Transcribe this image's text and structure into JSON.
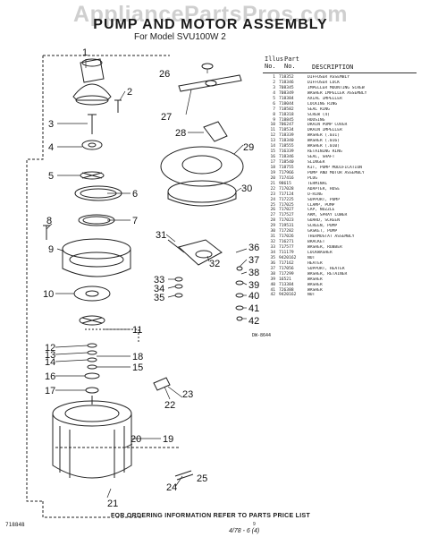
{
  "watermark": "AppliancePartsPros.com",
  "title": "PUMP AND MOTOR ASSEMBLY",
  "subtitle": "For Model SVU100W 2",
  "table_header": {
    "illus": "Illus.",
    "no": "No.",
    "part": "Part",
    "part_no": "No.",
    "description": "DESCRIPTION"
  },
  "parts": [
    {
      "no": "1",
      "part": "718352",
      "desc": "DIFFUSER ASSEMBLY"
    },
    {
      "no": "2",
      "part": "718346",
      "desc": "DIFFUSER LOCK"
    },
    {
      "no": "3",
      "part": "708345",
      "desc": "IMPELLER MOUNTING SCREW"
    },
    {
      "no": "4",
      "part": "708349",
      "desc": "WASHER IMPELLER ASSEMBLY"
    },
    {
      "no": "5",
      "part": "718384",
      "desc": "AXIAL IMPELLER"
    },
    {
      "no": "6",
      "part": "718044",
      "desc": "LOCKING RING"
    },
    {
      "no": "7",
      "part": "718582",
      "desc": "SEAL RING"
    },
    {
      "no": "8",
      "part": "718318",
      "desc": "SCREW (4)"
    },
    {
      "no": "9",
      "part": "718845",
      "desc": "HOUSING"
    },
    {
      "no": "10",
      "part": "706247",
      "desc": "DRAIN PUMP COVER"
    },
    {
      "no": "11",
      "part": "718534",
      "desc": "DRAIN IMPELLER"
    },
    {
      "no": "12",
      "part": "718339",
      "desc": "WASHER (.031)"
    },
    {
      "no": "13",
      "part": "718340",
      "desc": "WASHER (.016)"
    },
    {
      "no": "14",
      "part": "718555",
      "desc": "WASHER (.010)"
    },
    {
      "no": "15",
      "part": "716339",
      "desc": "RETAINING RING"
    },
    {
      "no": "16",
      "part": "718346",
      "desc": "SEAL, SHAFT"
    },
    {
      "no": "17",
      "part": "718540",
      "desc": "SLINGER"
    },
    {
      "no": "18",
      "part": "718755",
      "desc": "KIT, PUMP MODIFICATION"
    },
    {
      "no": "19",
      "part": "717966",
      "desc": "PUMP AND MOTOR ASSEMBLY"
    },
    {
      "no": "20",
      "part": "717416",
      "desc": "PLUG"
    },
    {
      "no": "21",
      "part": "98615",
      "desc": "TERMINAL"
    },
    {
      "no": "22",
      "part": "717028",
      "desc": "ADAPTER, HOSE"
    },
    {
      "no": "23",
      "part": "717124",
      "desc": "O-RING"
    },
    {
      "no": "24",
      "part": "717225",
      "desc": "SUPPORT, PUMP"
    },
    {
      "no": "25",
      "part": "717025",
      "desc": "CLAMP, PUMP"
    },
    {
      "no": "26",
      "part": "717027",
      "desc": "CAP, NOZZLE"
    },
    {
      "no": "27",
      "part": "717527",
      "desc": "ARM, SPRAY LOWER"
    },
    {
      "no": "28",
      "part": "717023",
      "desc": "GUARD, SCREEN"
    },
    {
      "no": "29",
      "part": "719531",
      "desc": "SCREEN, PUMP"
    },
    {
      "no": "30",
      "part": "717282",
      "desc": "GASKET, PUMP"
    },
    {
      "no": "31",
      "part": "717026",
      "desc": "THERMOSTAT ASSEMBLY"
    },
    {
      "no": "32",
      "part": "716271",
      "desc": "BRACKET"
    },
    {
      "no": "33",
      "part": "717577",
      "desc": "WASHER, RUBBER"
    },
    {
      "no": "34",
      "part": "711179",
      "desc": "LOCKWASHER"
    },
    {
      "no": "35",
      "part": "9420162",
      "desc": "NUT"
    },
    {
      "no": "36",
      "part": "717162",
      "desc": "HEATER"
    },
    {
      "no": "37",
      "part": "717056",
      "desc": "SUPPORT, HEATER"
    },
    {
      "no": "38",
      "part": "717299",
      "desc": "WASHER, RETAINER"
    },
    {
      "no": "39",
      "part": "16521",
      "desc": "WASHER"
    },
    {
      "no": "40",
      "part": "713384",
      "desc": "WASHER"
    },
    {
      "no": "41",
      "part": "726388",
      "desc": "WASHER"
    },
    {
      "no": "42",
      "part": "9420162",
      "desc": "NUT"
    }
  ],
  "callouts": [
    "1",
    "2",
    "3",
    "4",
    "5",
    "6",
    "7",
    "8",
    "9",
    "10",
    "11",
    "12",
    "13",
    "14",
    "15",
    "16",
    "17",
    "18",
    "19",
    "20",
    "21",
    "22",
    "23",
    "24",
    "25",
    "26",
    "27",
    "28",
    "29",
    "30",
    "31",
    "32",
    "33",
    "34",
    "35",
    "36",
    "37",
    "38",
    "39",
    "40",
    "41",
    "42"
  ],
  "drawing_no": "DW-8644",
  "footer": "FOR ORDERING INFORMATION REFER TO PARTS PRICE LIST",
  "doc_number": "718848",
  "page_number": "9",
  "date": "4/78 - 6 (4)"
}
